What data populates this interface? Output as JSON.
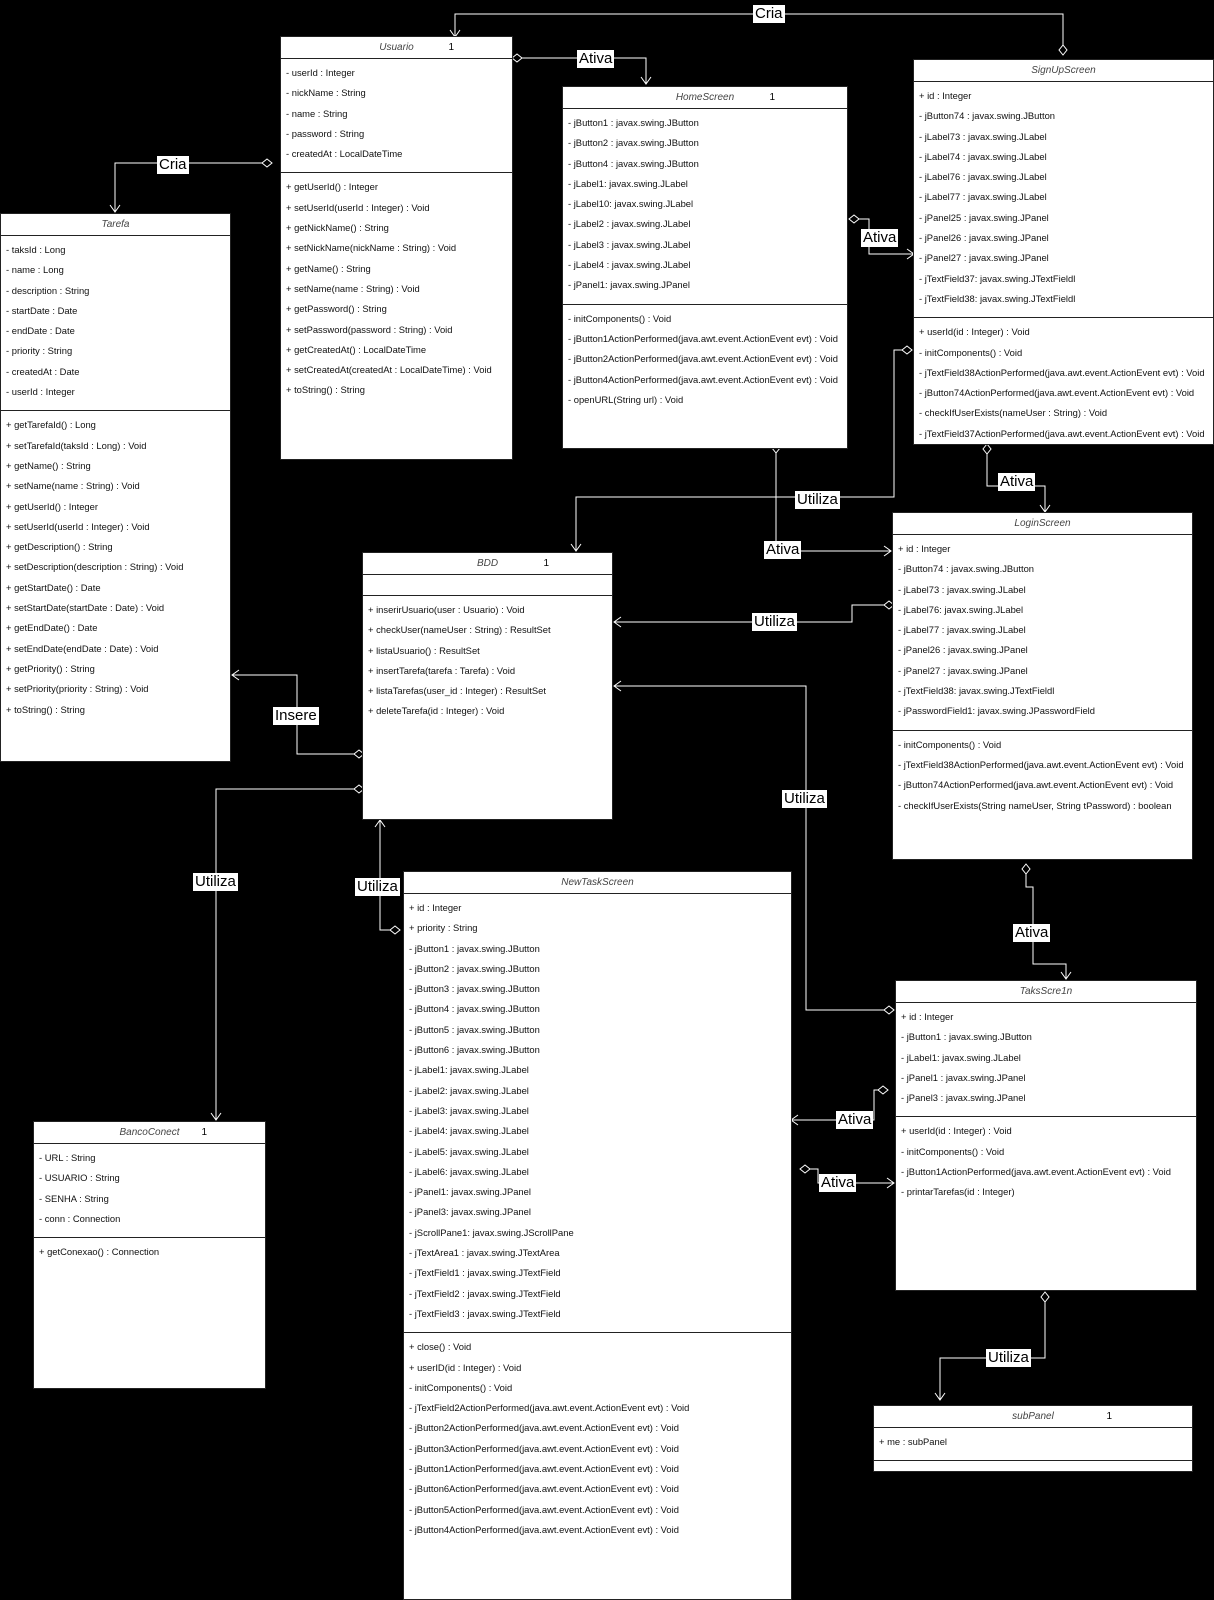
{
  "classes": {
    "usuario": {
      "name": "Usuario",
      "mult": "1",
      "attrs": [
        "- userId : Integer",
        "- nickName : String",
        "- name : String",
        "- password : String",
        "- createdAt : LocalDateTime"
      ],
      "methods": [
        "+ getUserId() : Integer",
        "+ setUserId(userId : Integer) : Void",
        "+ getNickName() : String",
        "+ setNickName(nickName : String) : Void",
        "+ getName() : String",
        "+ setName(name : String) : Void",
        "+ getPassword() : String",
        "+ setPassword(password : String) : Void",
        "+ getCreatedAt() : LocalDateTime",
        "+ setCreatedAt(createdAt : LocalDateTime) : Void",
        "+ toString() : String"
      ]
    },
    "homescreen": {
      "name": "HomeScreen",
      "mult": "1",
      "attrs": [
        "- jButton1 : javax.swing.JButton",
        "- jButton2 : javax.swing.JButton",
        "- jButton4 : javax.swing.JButton",
        "- jLabel1: javax.swing.JLabel",
        "- jLabel10: javax.swing.JLabel",
        "- jLabel2 : javax.swing.JLabel",
        "- jLabel3 : javax.swing.JLabel",
        "- jLabel4 : javax.swing.JLabel",
        "- jPanel1:  javax.swing.JPanel"
      ],
      "methods": [
        "- initComponents() : Void",
        "- jButton1ActionPerformed(java.awt.event.ActionEvent evt) : Void",
        "- jButton2ActionPerformed(java.awt.event.ActionEvent evt) : Void",
        "- jButton4ActionPerformed(java.awt.event.ActionEvent evt) : Void",
        "- openURL(String url) : Void"
      ]
    },
    "signup": {
      "name": "SignUpScreen",
      "mult": "",
      "attrs": [
        "+ id : Integer",
        "- jButton74 : javax.swing.JButton",
        "- jLabel73 : javax.swing.JLabel",
        "- jLabel74 : javax.swing.JLabel",
        "- jLabel76 : javax.swing.JLabel",
        "- jLabel77 : javax.swing.JLabel",
        "- jPanel25 : javax.swing.JPanel",
        "- jPanel26 : javax.swing.JPanel",
        "- jPanel27 : javax.swing.JPanel",
        "- jTextField37:  javax.swing.JTextFieldl",
        "- jTextField38:  javax.swing.JTextFieldl"
      ],
      "methods": [
        "+ userId(id : Integer) : Void",
        "- initComponents() : Void",
        "- jTextField38ActionPerformed(java.awt.event.ActionEvent evt) : Void",
        "- jButton74ActionPerformed(java.awt.event.ActionEvent evt) : Void",
        "- checkIfUserExists(nameUser : String) : Void",
        "- jTextField37ActionPerformed(java.awt.event.ActionEvent evt) : Void"
      ]
    },
    "tarefa": {
      "name": "Tarefa",
      "mult": "",
      "attrs": [
        "- taksId : Long",
        "- name : Long",
        "- description : String",
        "- startDate : Date",
        "- endDate : Date",
        "- priority : String",
        "- createdAt : Date",
        "- userId :  Integer"
      ],
      "methods": [
        "+ getTarefaId() : Long",
        "+ setTarefaId(taksId : Long) : Void",
        "+ getName() : String",
        "+ setName(name : String) : Void",
        "+ getUserId() : Integer",
        "+ setUserId(userId : Integer) : Void",
        "+ getDescription() : String",
        "+ setDescription(description : String) : Void",
        "+ getStartDate() : Date",
        "+ setStartDate(startDate : Date) : Void",
        "+ getEndDate() : Date",
        "+ setEndDate(endDate : Date) : Void",
        "+ getPriority() : String",
        "+ setPriority(priority : String) : Void",
        "+ toString() : String"
      ]
    },
    "bdd": {
      "name": "BDD",
      "mult": "1",
      "attrs": [],
      "methods": [
        "+ inserirUsuario(user : Usuario) : Void",
        "+ checkUser(nameUser : String) : ResultSet",
        "+ listaUsuario() : ResultSet",
        "+ insertTarefa(tarefa : Tarefa) : Void",
        "+ listaTarefas(user_id : Integer) : ResultSet",
        "+ deleteTarefa(id : Integer) : Void"
      ]
    },
    "login": {
      "name": "LoginScreen",
      "mult": "",
      "attrs": [
        "+ id : Integer",
        "- jButton74 : javax.swing.JButton",
        "- jLabel73 : javax.swing.JLabel",
        "- jLabel76: javax.swing.JLabel",
        "- jLabel77 : javax.swing.JLabel",
        "- jPanel26 :  javax.swing.JPanel",
        "- jPanel27 : javax.swing.JPanel",
        "- jTextField38:  javax.swing.JTextFieldl",
        "- jPasswordField1:  javax.swing.JPasswordField"
      ],
      "methods": [
        "- initComponents() : Void",
        "- jTextField38ActionPerformed(java.awt.event.ActionEvent evt) : Void",
        "- jButton74ActionPerformed(java.awt.event.ActionEvent evt) : Void",
        "- checkIfUserExists(String nameUser, String tPassword) : boolean"
      ]
    },
    "newtask": {
      "name": "NewTaskScreen",
      "mult": "",
      "attrs": [
        "+ id : Integer",
        "+ priority : String",
        "- jButton1 : javax.swing.JButton",
        "- jButton2 : javax.swing.JButton",
        "- jButton3 : javax.swing.JButton",
        "- jButton4 : javax.swing.JButton",
        "- jButton5 : javax.swing.JButton",
        "- jButton6 : javax.swing.JButton",
        "- jLabel1: javax.swing.JLabel",
        "- jLabel2: javax.swing.JLabel",
        "- jLabel3: javax.swing.JLabel",
        "- jLabel4: javax.swing.JLabel",
        "- jLabel5: javax.swing.JLabel",
        "- jLabel6: javax.swing.JLabel",
        "- jPanel1:  javax.swing.JPanel",
        "- jPanel3:  javax.swing.JPanel",
        "- jScrollPane1:  javax.swing.JScrollPane",
        "- jTextArea1 : javax.swing.JTextArea",
        "- jTextField1 : javax.swing.JTextField",
        "- jTextField2 : javax.swing.JTextField",
        "- jTextField3 : javax.swing.JTextField"
      ],
      "methods": [
        "+ close() : Void",
        "+ userID(id : Integer) : Void",
        "- initComponents() : Void",
        "- jTextField2ActionPerformed(java.awt.event.ActionEvent evt) : Void",
        "- jButton2ActionPerformed(java.awt.event.ActionEvent evt) : Void",
        "- jButton3ActionPerformed(java.awt.event.ActionEvent evt) : Void",
        "- jButton1ActionPerformed(java.awt.event.ActionEvent evt) : Void",
        "- jButton6ActionPerformed(java.awt.event.ActionEvent evt) : Void",
        "- jButton5ActionPerformed(java.awt.event.ActionEvent evt) : Void",
        "- jButton4ActionPerformed(java.awt.event.ActionEvent evt) : Void"
      ]
    },
    "tasks": {
      "name": "TaksScre1n",
      "mult": "",
      "attrs": [
        "+ id : Integer",
        "- jButton1 : javax.swing.JButton",
        "- jLabel1: javax.swing.JLabel",
        "- jPanel1 : javax.swing.JPanel",
        "- jPanel3 : javax.swing.JPanel"
      ],
      "methods": [
        "+ userId(id : Integer) : Void",
        "- initComponents() : Void",
        "- jButton1ActionPerformed(java.awt.event.ActionEvent evt) : Void",
        "- printarTarefas(id : Integer)"
      ]
    },
    "banco": {
      "name": "BancoConect",
      "mult": "1",
      "attrs": [
        "- URL : String",
        "- USUARIO : String",
        "- SENHA : String",
        "- conn : Connection"
      ],
      "methods": [
        "+ getConexao() : Connection"
      ]
    },
    "subpanel": {
      "name": "subPanel",
      "mult": "1",
      "attrs": [
        "+ me : subPanel"
      ],
      "methods": []
    }
  },
  "relations": {
    "cria_1": "Cria",
    "cria_2": "Cria",
    "ativa_home": "Ativa",
    "ativa_signup": "Ativa",
    "ativa_login_signup": "Ativa",
    "ativa_home_login": "Ativa",
    "utiliza_signup_bdd": "Utiliza",
    "utiliza_login_bdd": "Utiliza",
    "insere": "Insere",
    "utiliza_bdd_banco": "Utiliza",
    "utiliza_newtask_bdd": "Utiliza",
    "utiliza_tasks_bdd": "Utiliza",
    "ativa_login_tasks": "Ativa",
    "ativa_tasks_newtask": "Ativa",
    "ativa_newtask_tasks": "Ativa",
    "utiliza_tasks_subpanel": "Utiliza"
  },
  "colors": {
    "background": "#000000",
    "box": "#ffffff",
    "line": "#ffffff"
  }
}
